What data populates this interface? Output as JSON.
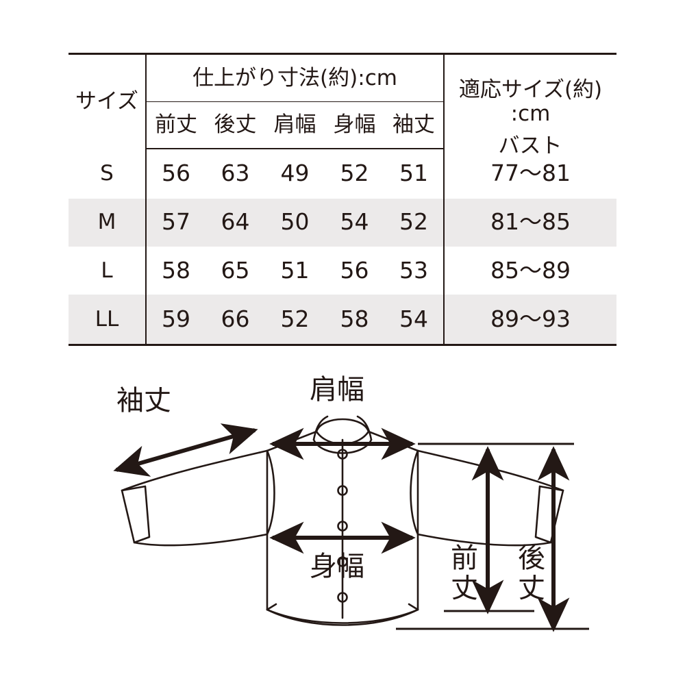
{
  "table": {
    "group_headers": {
      "size_col_label": "サイズ",
      "finished": "仕上がり寸法(約):cm",
      "recommended_line1": "適応サイズ(約)",
      "recommended_line2": ":cm"
    },
    "columns": [
      "前丈",
      "後丈",
      "肩幅",
      "身幅",
      "袖丈"
    ],
    "bust_column": "バスト",
    "rows": [
      {
        "size": "S",
        "values": [
          "56",
          "63",
          "49",
          "52",
          "51"
        ],
        "bust": "77〜81",
        "shaded": false
      },
      {
        "size": "M",
        "values": [
          "57",
          "64",
          "50",
          "54",
          "52"
        ],
        "bust": "81〜85",
        "shaded": true
      },
      {
        "size": "L",
        "values": [
          "58",
          "65",
          "51",
          "56",
          "53"
        ],
        "bust": "85〜89",
        "shaded": false
      },
      {
        "size": "LL",
        "values": [
          "59",
          "66",
          "52",
          "58",
          "54"
        ],
        "bust": "89〜93",
        "shaded": true
      }
    ]
  },
  "diagram": {
    "labels": {
      "sleeve_length": "袖丈",
      "shoulder_width": "肩幅",
      "body_width": "身幅",
      "front_length": "前丈",
      "back_length": "後丈"
    }
  },
  "colors": {
    "ink": "#231815",
    "shade": "#eceaea",
    "background": "#ffffff"
  }
}
